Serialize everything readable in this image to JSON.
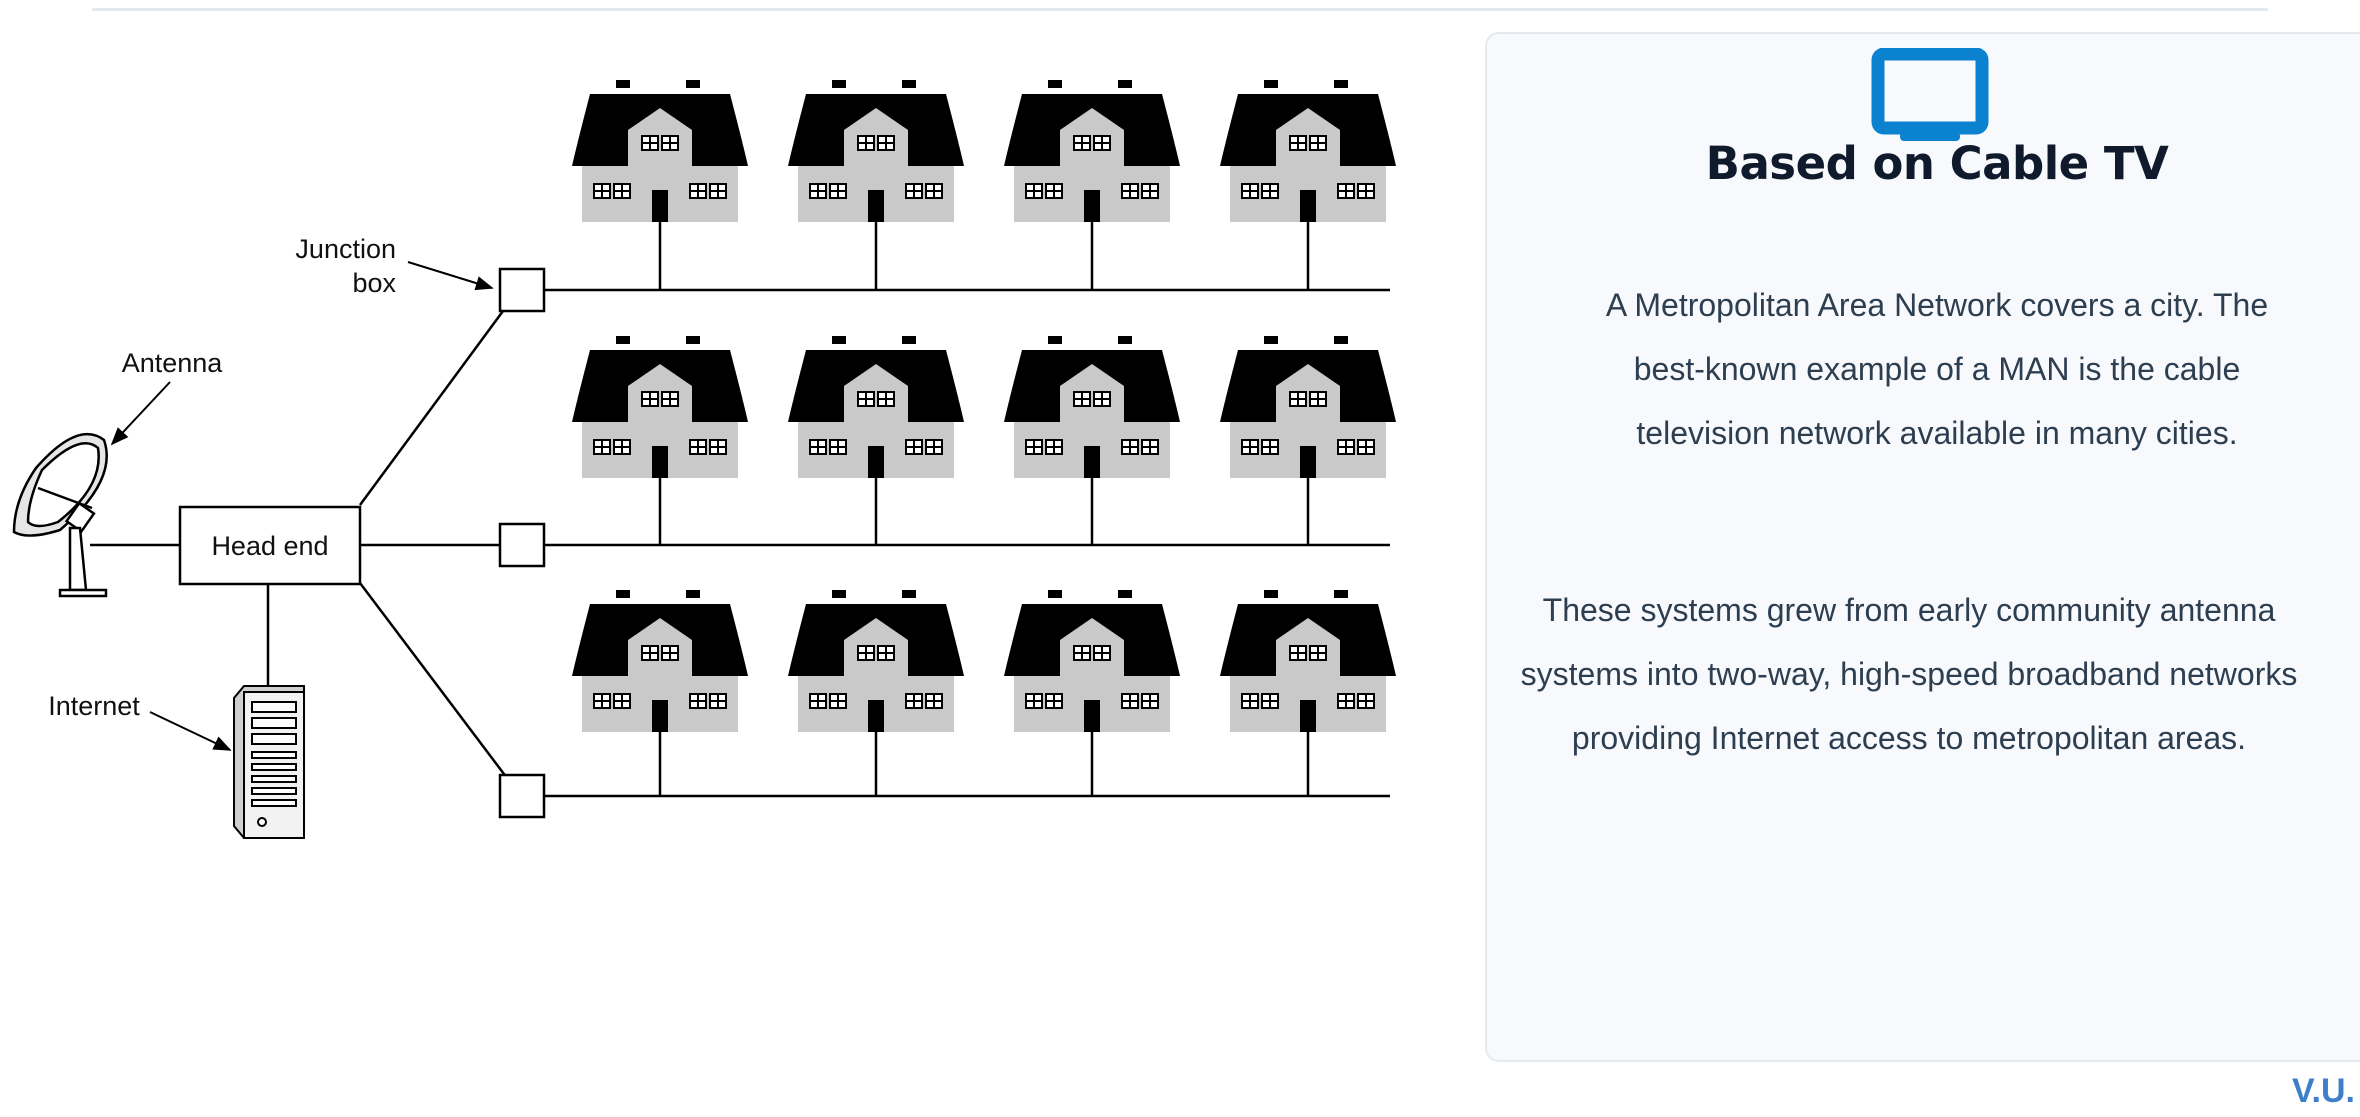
{
  "diagram": {
    "labels": {
      "junction_box": "Junction\nbox",
      "junction_line1": "Junction",
      "junction_line2": "box",
      "antenna": "Antenna",
      "head_end": "Head end",
      "internet": "Internet"
    },
    "house_rows": 3,
    "houses_per_row": 4
  },
  "card": {
    "icon": "tv-icon",
    "icon_color": "#0b82cf",
    "title": "Based on Cable TV",
    "paragraph1_lines": [
      "A Metropolitan Area Network covers a city. The",
      "best-known example of a MAN is the cable",
      "television network available in many cities."
    ],
    "paragraph2_lines": [
      "These systems grew from early community antenna",
      "systems into two-way, high-speed broadband networks",
      "providing Internet access to metropolitan areas."
    ]
  },
  "footer": {
    "mark": "V.U."
  }
}
